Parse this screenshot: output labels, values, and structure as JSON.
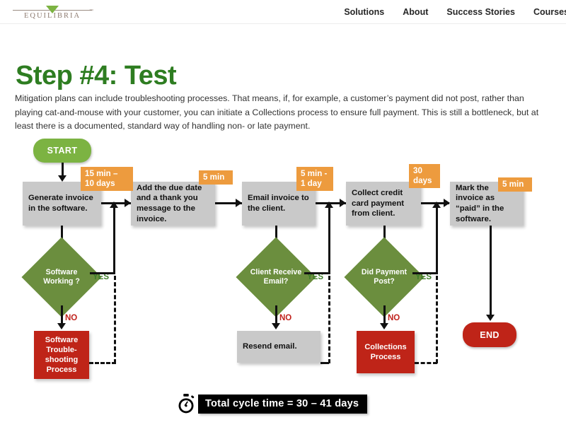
{
  "header": {
    "logo": {
      "wordmark": "EQUILIBRIA",
      "trademark": "™",
      "triangle_color": "#7cb342"
    },
    "nav": [
      {
        "label": "Solutions"
      },
      {
        "label": "About"
      },
      {
        "label": "Success Stories"
      },
      {
        "label": "Courses"
      }
    ]
  },
  "page": {
    "title": "Step #4: Test",
    "title_color": "#2e7d21",
    "intro": "Mitigation plans can include troubleshooting processes.  That means, if, for example, a customer’s payment did not post, rather than playing cat-and-mouse with your customer, you can initiate a Collections process to ensure full payment.  This is still a bottleneck, but at least there is a documented, standard way of handling non- or late payment."
  },
  "flowchart": {
    "colors": {
      "start": "#7cb342",
      "end": "#bf2418",
      "process": "#c9c9c9",
      "decision": "#6b8e3e",
      "exception": "#bf2418",
      "time_tag": "#ed9b3e",
      "yes": "#3f7d2b",
      "no": "#c0211b"
    },
    "terminators": {
      "start": "START",
      "end": "END"
    },
    "processes": [
      {
        "id": "generate",
        "label": "Generate invoice in the software."
      },
      {
        "id": "duedate",
        "label": "Add the due date and a thank you message to the invoice."
      },
      {
        "id": "email",
        "label": "Email invoice to the client."
      },
      {
        "id": "collect",
        "label": "Collect credit card payment from client."
      },
      {
        "id": "mark",
        "label": "Mark the invoice as “paid” in the software."
      },
      {
        "id": "resend",
        "label": "Resend email."
      }
    ],
    "decisions": [
      {
        "id": "software",
        "label": "Software Working ?"
      },
      {
        "id": "received",
        "label": "Client Receive Email?"
      },
      {
        "id": "posted",
        "label": "Did Payment Post?"
      }
    ],
    "exceptions": [
      {
        "id": "swtrouble",
        "label": "Software Trouble-shooting Process"
      },
      {
        "id": "collections",
        "label": "Collections Process"
      }
    ],
    "time_tags": [
      {
        "id": "t1",
        "label": "15 min – 10 days"
      },
      {
        "id": "t2",
        "label": "5 min"
      },
      {
        "id": "t3",
        "label": "5 min - 1 day"
      },
      {
        "id": "t4",
        "label": "30 days"
      },
      {
        "id": "t5",
        "label": "5 min"
      }
    ],
    "branch_labels": {
      "yes": "YES",
      "no": "NO"
    }
  },
  "footer": {
    "cycle_time": "Total cycle time = 30 – 41 days",
    "icon": "stopwatch-icon"
  }
}
